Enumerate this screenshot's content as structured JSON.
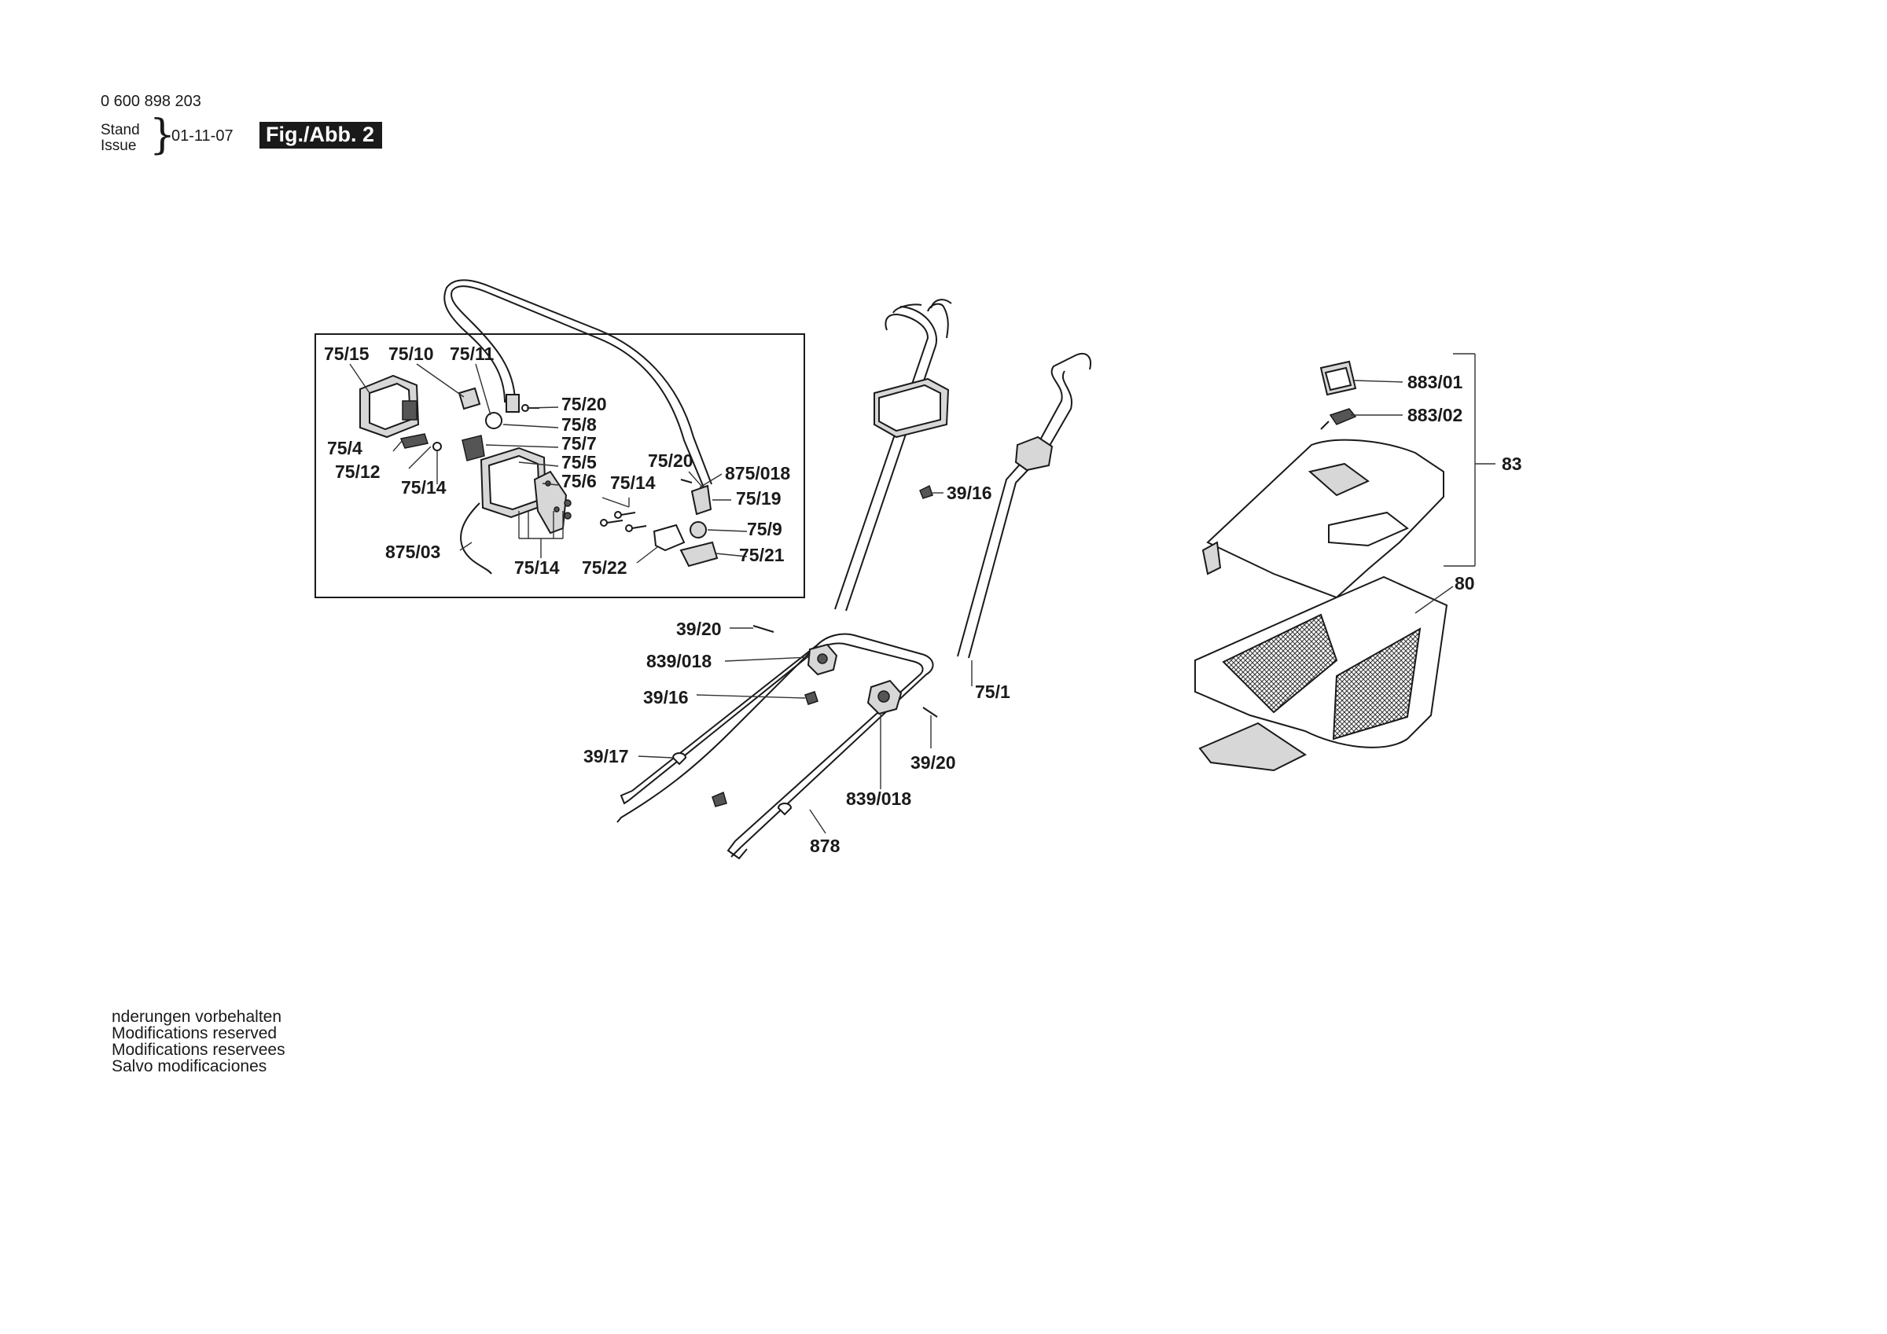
{
  "header": {
    "part_number": "0 600 898 203",
    "stand_label": "Stand",
    "issue_label": "Issue",
    "brace": "}",
    "date": "01-11-07",
    "figure_label": "Fig./Abb. 2"
  },
  "footer_notes": [
    "nderungen vorbehalten",
    "Modifications reserved",
    "Modifications reservees",
    "Salvo modificaciones"
  ],
  "callouts": {
    "c_75_15": "75/15",
    "c_75_10": "75/10",
    "c_75_11": "75/11",
    "c_75_20a": "75/20",
    "c_75_8": "75/8",
    "c_75_7": "75/7",
    "c_75_4": "75/4",
    "c_75_12": "75/12",
    "c_75_5": "75/5",
    "c_75_6": "75/6",
    "c_75_14a": "75/14",
    "c_75_20b": "75/20",
    "c_875_018": "875/018",
    "c_75_14b": "75/14",
    "c_75_19": "75/19",
    "c_75_9": "75/9",
    "c_875_03": "875/03",
    "c_75_14c": "75/14",
    "c_75_22": "75/22",
    "c_75_21": "75/21",
    "c_39_16a": "39/16",
    "c_39_20a": "39/20",
    "c_839_018a": "839/018",
    "c_39_16b": "39/16",
    "c_75_1": "75/1",
    "c_39_17": "39/17",
    "c_39_20b": "39/20",
    "c_839_018b": "839/018",
    "c_878": "878",
    "c_883_01": "883/01",
    "c_883_02": "883/02",
    "c_83": "83",
    "c_80": "80"
  }
}
